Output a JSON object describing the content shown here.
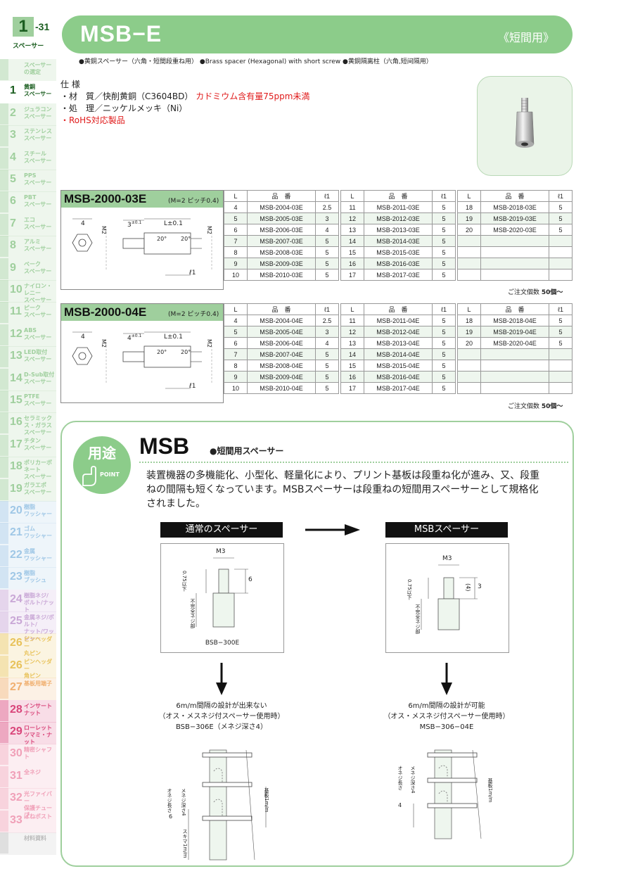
{
  "page": {
    "section_number": "1",
    "page_suffix": "-31",
    "category": "スペーサー"
  },
  "header": {
    "title": "MSB−E",
    "subtitle": "《短間用》"
  },
  "product_line": "●黄銅スペーサー（六角・短間段重ね用） ●Brass spacer (Hexagonal) with short screw ●黄銅隔离柱（六角,短间隔用）",
  "sidebar": [
    {
      "num": "",
      "label": "スペーサー\nの選定",
      "color": "#9fcf9d"
    },
    {
      "num": "1",
      "label": "黄銅\nスペーサー",
      "color": "#1b5e20",
      "current": true
    },
    {
      "num": "2",
      "label": "ジュラコン\nスペーサー",
      "color": "#9fcf9d"
    },
    {
      "num": "3",
      "label": "ステンレス\nスペーサー",
      "color": "#9fcf9d"
    },
    {
      "num": "4",
      "label": "スチール\nスペーサー",
      "color": "#9fcf9d"
    },
    {
      "num": "5",
      "label": "PPS\nスペーサー",
      "color": "#9fcf9d"
    },
    {
      "num": "6",
      "label": "PBT\nスペーサー",
      "color": "#9fcf9d"
    },
    {
      "num": "7",
      "label": "エコ\nスペーサー",
      "color": "#9fcf9d"
    },
    {
      "num": "8",
      "label": "アルミ\nスペーサー",
      "color": "#9fcf9d"
    },
    {
      "num": "9",
      "label": "ベーク\nスペーサー",
      "color": "#9fcf9d"
    },
    {
      "num": "10",
      "label": "ナイロン・レニー\nスペーサー",
      "color": "#9fcf9d"
    },
    {
      "num": "11",
      "label": "ピーク\nスペーサー",
      "color": "#9fcf9d"
    },
    {
      "num": "12",
      "label": "ABS\nスペーサー",
      "color": "#9fcf9d"
    },
    {
      "num": "13",
      "label": "LED取付\nスペーサー",
      "color": "#9fcf9d"
    },
    {
      "num": "14",
      "label": "D-Sub取付\nスペーサー",
      "color": "#9fcf9d"
    },
    {
      "num": "15",
      "label": "PTFE\nスペーサー",
      "color": "#9fcf9d"
    },
    {
      "num": "16",
      "label": "セラミックス・ガラス\nスペーサー",
      "color": "#9fcf9d"
    },
    {
      "num": "17",
      "label": "チタン\nスペーサー",
      "color": "#9fcf9d"
    },
    {
      "num": "18",
      "label": "ポリカーボネート\nスペーサー",
      "color": "#9fcf9d"
    },
    {
      "num": "19",
      "label": "ガラエポ\nスペーサー",
      "color": "#9fcf9d"
    },
    {
      "num": "20",
      "label": "樹脂\nワッシャー",
      "color": "#9fc7e6"
    },
    {
      "num": "21",
      "label": "ゴム\nワッシャー",
      "color": "#9fc7e6"
    },
    {
      "num": "22",
      "label": "金属\nワッシャー",
      "color": "#9fc7e6"
    },
    {
      "num": "23",
      "label": "樹脂\nブッシュ",
      "color": "#9fc7e6"
    },
    {
      "num": "24",
      "label": "樹脂ネジ/\nボルト/ナット",
      "color": "#c9a7d6"
    },
    {
      "num": "25",
      "label": "金属ネジ/ボルト/\nナット/ワッシャー",
      "color": "#c9a7d6"
    },
    {
      "num": "26",
      "label": "ピンヘッダー\n丸ピン",
      "color": "#e8c25a"
    },
    {
      "num": "26",
      "label": "ピンヘッダー\n角ピン",
      "color": "#e8c25a"
    },
    {
      "num": "27",
      "label": "基板用端子",
      "color": "#f0b070"
    },
    {
      "num": "28",
      "label": "インサート\nナット",
      "color": "#d9457a"
    },
    {
      "num": "29",
      "label": "ローレット\nツマミ・ナット",
      "color": "#d9457a"
    },
    {
      "num": "30",
      "label": "精密シャフト",
      "color": "#f0a0b8"
    },
    {
      "num": "31",
      "label": "全ネジ",
      "color": "#f0a0b8"
    },
    {
      "num": "32",
      "label": "光ファイバー\n保護チューブ",
      "color": "#f0a0b8"
    },
    {
      "num": "33",
      "label": "ばねポスト",
      "color": "#f0a0b8"
    },
    {
      "num": "",
      "label": "材料資料",
      "color": "#bbbbbb"
    }
  ],
  "spec": {
    "heading": "仕 様",
    "material_prefix": "・材　質／快削黄銅（C3604BD）",
    "material_note": "カドミウム含有量75ppm未満",
    "finish": "・処　理／ニッケルメッキ（Ni）",
    "rohs": "・RoHS対応製品"
  },
  "tables": [
    {
      "model": "MSB-2000-03E",
      "pitch": "(M=2 ピッチ0.4)",
      "headers": [
        "L",
        "品　番",
        "ℓ1"
      ],
      "dims": {
        "a": "4",
        "b": "3",
        "b_tol": "±0.1",
        "L": "L±0.1",
        "thread": "M2",
        "angle": "20°",
        "l1": "ℓ1"
      },
      "cols": [
        [
          [
            "4",
            "MSB-2004-03E",
            "2.5"
          ],
          [
            "5",
            "MSB-2005-03E",
            "3"
          ],
          [
            "6",
            "MSB-2006-03E",
            "4"
          ],
          [
            "7",
            "MSB-2007-03E",
            "5"
          ],
          [
            "8",
            "MSB-2008-03E",
            "5"
          ],
          [
            "9",
            "MSB-2009-03E",
            "5"
          ],
          [
            "10",
            "MSB-2010-03E",
            "5"
          ]
        ],
        [
          [
            "11",
            "MSB-2011-03E",
            "5"
          ],
          [
            "12",
            "MSB-2012-03E",
            "5"
          ],
          [
            "13",
            "MSB-2013-03E",
            "5"
          ],
          [
            "14",
            "MSB-2014-03E",
            "5"
          ],
          [
            "15",
            "MSB-2015-03E",
            "5"
          ],
          [
            "16",
            "MSB-2016-03E",
            "5"
          ],
          [
            "17",
            "MSB-2017-03E",
            "5"
          ]
        ],
        [
          [
            "18",
            "MSB-2018-03E",
            "5"
          ],
          [
            "19",
            "MSB-2019-03E",
            "5"
          ],
          [
            "20",
            "MSB-2020-03E",
            "5"
          ],
          [
            "",
            "",
            ""
          ],
          [
            "",
            "",
            ""
          ],
          [
            "",
            "",
            ""
          ],
          [
            "",
            "",
            ""
          ]
        ]
      ],
      "order_note": "ご注文個数",
      "order_qty": "50個〜"
    },
    {
      "model": "MSB-2000-04E",
      "pitch": "(M=2 ピッチ0.4)",
      "headers": [
        "L",
        "品　番",
        "ℓ1"
      ],
      "dims": {
        "a": "4",
        "b": "4",
        "b_tol": "±0.1",
        "L": "L±0.1",
        "thread": "M2",
        "angle": "20°",
        "l1": "ℓ1"
      },
      "cols": [
        [
          [
            "4",
            "MSB-2004-04E",
            "2.5"
          ],
          [
            "5",
            "MSB-2005-04E",
            "3"
          ],
          [
            "6",
            "MSB-2006-04E",
            "4"
          ],
          [
            "7",
            "MSB-2007-04E",
            "5"
          ],
          [
            "8",
            "MSB-2008-04E",
            "5"
          ],
          [
            "9",
            "MSB-2009-04E",
            "5"
          ],
          [
            "10",
            "MSB-2010-04E",
            "5"
          ]
        ],
        [
          [
            "11",
            "MSB-2011-04E",
            "5"
          ],
          [
            "12",
            "MSB-2012-04E",
            "5"
          ],
          [
            "13",
            "MSB-2013-04E",
            "5"
          ],
          [
            "14",
            "MSB-2014-04E",
            "5"
          ],
          [
            "15",
            "MSB-2015-04E",
            "5"
          ],
          [
            "16",
            "MSB-2016-04E",
            "5"
          ],
          [
            "17",
            "MSB-2017-04E",
            "5"
          ]
        ],
        [
          [
            "18",
            "MSB-2018-04E",
            "5"
          ],
          [
            "19",
            "MSB-2019-04E",
            "5"
          ],
          [
            "20",
            "MSB-2020-04E",
            "5"
          ],
          [
            "",
            "",
            ""
          ],
          [
            "",
            "",
            ""
          ],
          [
            "",
            "",
            ""
          ],
          [
            "",
            "",
            ""
          ]
        ]
      ],
      "order_note": "ご注文個数",
      "order_qty": "50個〜"
    }
  ],
  "usage": {
    "badge": "用途",
    "badge_sub": "POINT",
    "title": "MSB",
    "subtitle": "●短間用スペーサー",
    "body": "装置機器の多機能化、小型化、軽量化により、プリント基板は段重ね化が進み、又、段重ねの間隔も短くなっています。MSBスペーサーは段重ねの短間用スペーサーとして規格化されました。",
    "left_label": "通常のスペーサー",
    "right_label": "MSBスペーサー",
    "left_fig": {
      "m": "M3",
      "dim": "6",
      "vert1": "0.75以下",
      "vert2": "不完全ネジ部",
      "name": "BSB−300E"
    },
    "right_fig": {
      "m": "M3",
      "dim": "3",
      "dim2": "(4)",
      "vert1": "0.75以下",
      "vert2": "不完全ネジ部"
    },
    "left_caption": [
      "6m/m間隔の設計が出来ない",
      "（オス・メスネジ付スペーサー使用時）",
      "BSB−306E（メネジ深さ4）"
    ],
    "right_caption": [
      "6m/m間隔の設計が可能",
      "（オス・メスネジ付スペーサー使用時）",
      "MSB−306−04E"
    ],
    "left_assy": {
      "a": "オネジ長さ",
      "b": "メネジ深さ4",
      "c": "6",
      "d": "基板1m/m",
      "e": "スキマ1m/m"
    },
    "right_assy": {
      "a": "オネジ長さ",
      "b": "メネジ深さ4",
      "c": "4",
      "d": "基板1m/m"
    }
  }
}
